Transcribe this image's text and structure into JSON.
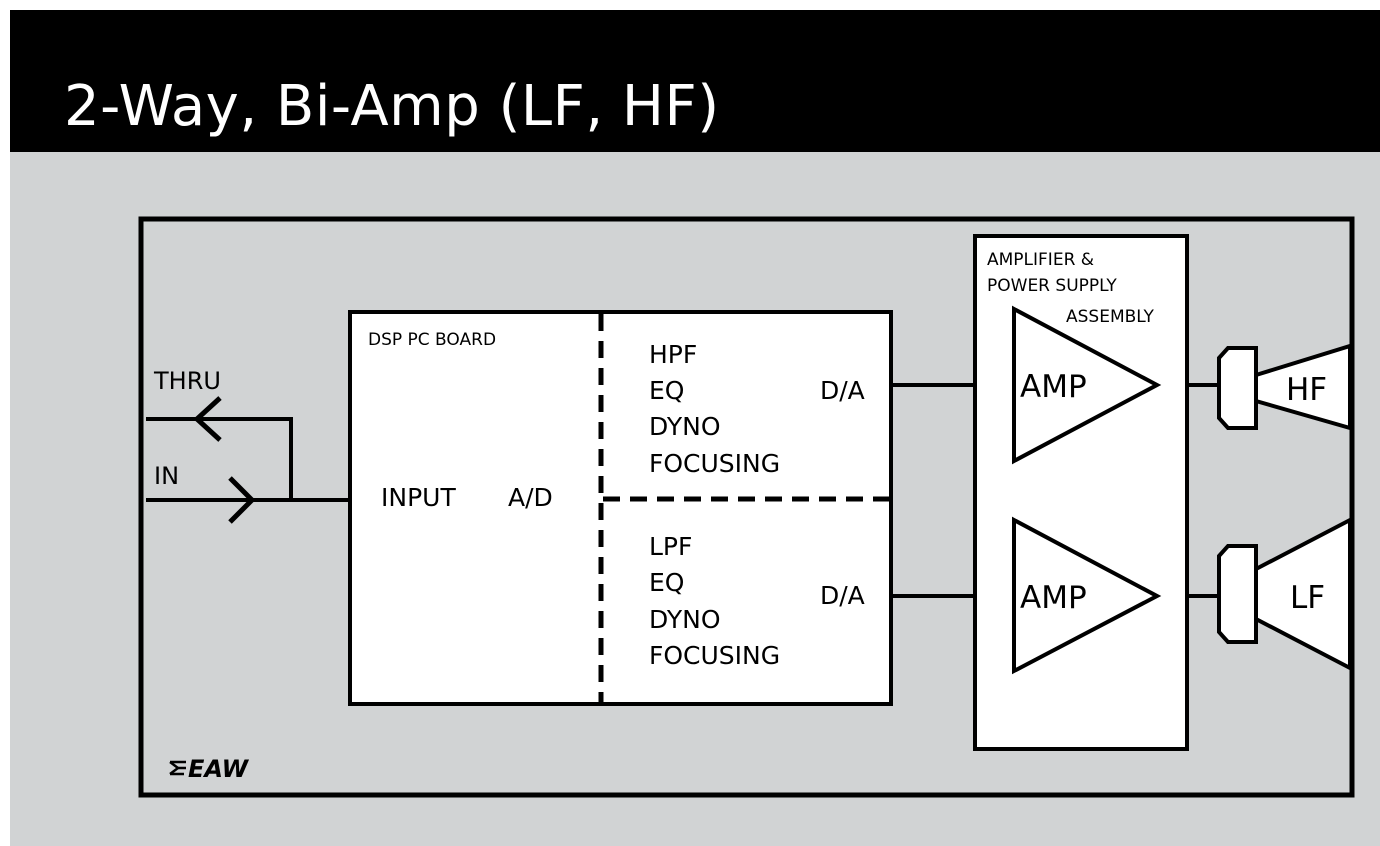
{
  "header": {
    "title": "2-Way, Bi-Amp (LF, HF)"
  },
  "colors": {
    "header_bg": "#000000",
    "title_text": "#ffffff",
    "panel_bg": "#d1d3d4",
    "box_fill": "#ffffff",
    "stroke": "#000000"
  },
  "io": {
    "thru_label": "THRU",
    "in_label": "IN"
  },
  "dsp_board": {
    "label": "DSP PC BOARD",
    "input_label": "INPUT",
    "ad_label": "A/D",
    "hf_channel": {
      "lines": [
        "HPF",
        "EQ",
        "DYNO",
        "FOCUSING"
      ],
      "da_label": "D/A"
    },
    "lf_channel": {
      "lines": [
        "LPF",
        "EQ",
        "DYNO",
        "FOCUSING"
      ],
      "da_label": "D/A"
    }
  },
  "amplifier": {
    "label_lines": [
      "AMPLIFIER &",
      "POWER SUPPLY",
      "ASSEMBLY"
    ],
    "amp_hf_label": "AMP",
    "amp_lf_label": "AMP"
  },
  "drivers": {
    "hf_label": "HF",
    "lf_label": "LF"
  },
  "logo": {
    "text": "EAW"
  }
}
